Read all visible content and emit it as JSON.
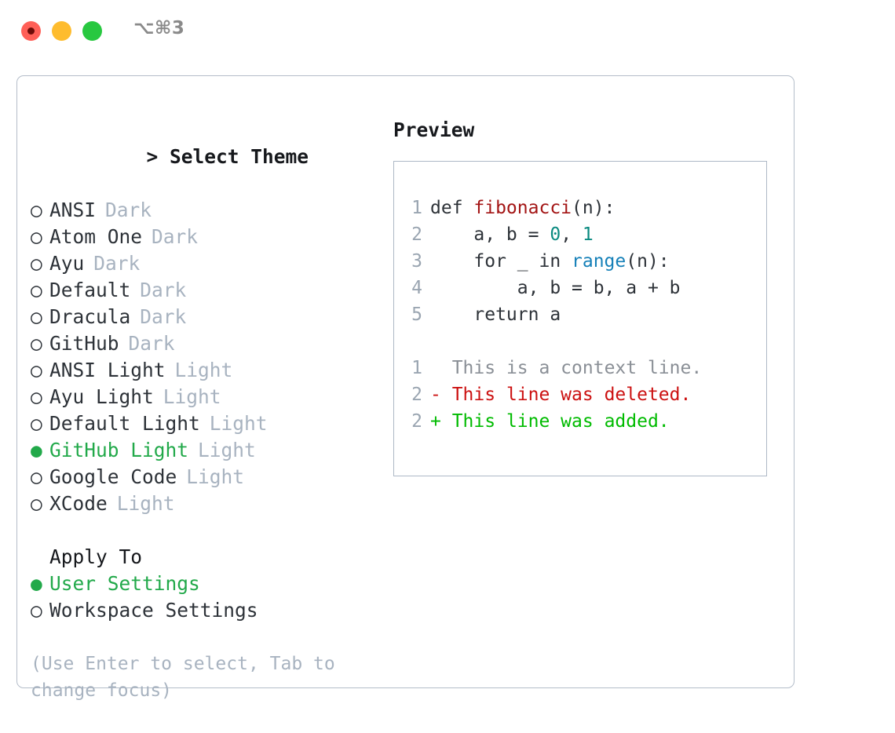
{
  "titlebar": {
    "shortcut": "⌥⌘3",
    "lights": [
      {
        "name": "close",
        "color": "#ff5f57"
      },
      {
        "name": "minimize",
        "color": "#febc2e"
      },
      {
        "name": "maximize",
        "color": "#28c840"
      }
    ]
  },
  "theme_section": {
    "caret": ">",
    "title": "Select Theme",
    "items": [
      {
        "bullet": "○",
        "label": "ANSI",
        "badge": "Dark",
        "selected": false
      },
      {
        "bullet": "○",
        "label": "Atom One",
        "badge": "Dark",
        "selected": false
      },
      {
        "bullet": "○",
        "label": "Ayu",
        "badge": "Dark",
        "selected": false
      },
      {
        "bullet": "○",
        "label": "Default",
        "badge": "Dark",
        "selected": false
      },
      {
        "bullet": "○",
        "label": "Dracula",
        "badge": "Dark",
        "selected": false
      },
      {
        "bullet": "○",
        "label": "GitHub",
        "badge": "Dark",
        "selected": false
      },
      {
        "bullet": "○",
        "label": "ANSI Light",
        "badge": "Light",
        "selected": false
      },
      {
        "bullet": "○",
        "label": "Ayu Light",
        "badge": "Light",
        "selected": false
      },
      {
        "bullet": "○",
        "label": "Default Light",
        "badge": "Light",
        "selected": false
      },
      {
        "bullet": "●",
        "label": "GitHub Light",
        "badge": "Light",
        "selected": true
      },
      {
        "bullet": "○",
        "label": "Google Code",
        "badge": "Light",
        "selected": false
      },
      {
        "bullet": "○",
        "label": "XCode",
        "badge": "Light",
        "selected": false
      }
    ]
  },
  "apply_section": {
    "title": "Apply To",
    "items": [
      {
        "bullet": "●",
        "label": "User Settings",
        "selected": true
      },
      {
        "bullet": "○",
        "label": "Workspace Settings",
        "selected": false
      }
    ]
  },
  "hint": "(Use Enter to select, Tab to change focus)",
  "preview": {
    "title": "Preview",
    "code_lines": [
      {
        "num": "1",
        "tokens": [
          {
            "t": "def ",
            "c": "plain"
          },
          {
            "t": "fibonacci",
            "c": "fn"
          },
          {
            "t": "(n):",
            "c": "plain"
          }
        ]
      },
      {
        "num": "2",
        "tokens": [
          {
            "t": "    a, b = ",
            "c": "plain"
          },
          {
            "t": "0",
            "c": "num"
          },
          {
            "t": ", ",
            "c": "plain"
          },
          {
            "t": "1",
            "c": "num"
          }
        ]
      },
      {
        "num": "3",
        "tokens": [
          {
            "t": "    for _ in ",
            "c": "plain"
          },
          {
            "t": "range",
            "c": "bif"
          },
          {
            "t": "(n):",
            "c": "plain"
          }
        ]
      },
      {
        "num": "4",
        "tokens": [
          {
            "t": "        a, b = b, a + b",
            "c": "plain"
          }
        ]
      },
      {
        "num": "5",
        "tokens": [
          {
            "t": "    return a",
            "c": "plain"
          }
        ]
      }
    ],
    "diff_lines": [
      {
        "num": "1",
        "marker": " ",
        "text": " This is a context line.",
        "kind": "ctx"
      },
      {
        "num": "2",
        "marker": "-",
        "text": " This line was deleted.",
        "kind": "del"
      },
      {
        "num": "2",
        "marker": "+",
        "text": " This line was added.",
        "kind": "add"
      }
    ]
  },
  "colors": {
    "accent_green": "#22a94a",
    "badge_gray": "#a8b3c0",
    "border": "#b4bdc9",
    "diff_add": "#00bb00",
    "diff_del": "#cc1111",
    "tok_fn": "#a31515",
    "tok_num": "#0a8a80",
    "tok_bif": "#1580b8"
  }
}
